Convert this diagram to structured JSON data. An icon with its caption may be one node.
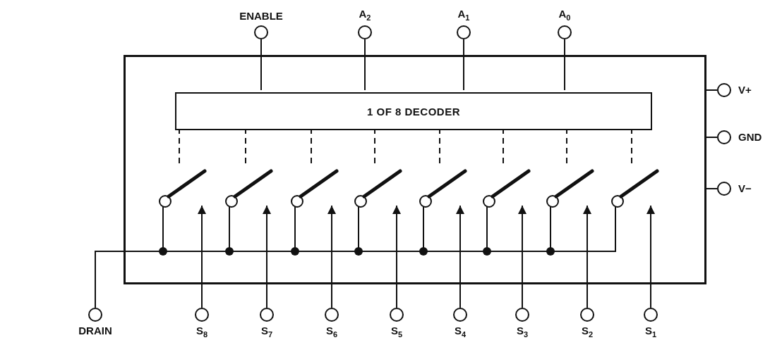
{
  "diagram": {
    "nodes": [
      {
        "text": [],
        "shape": "box"
      },
      {
        "text": [
          "1 OF 8 DECODER"
        ],
        "in": 0
      },
      {
        "text": [
          "ENABLE"
        ]
      },
      {
        "text": [
          "A$_{2}$"
        ]
      },
      {
        "text": [
          "A$_{1}$"
        ]
      },
      {
        "text": [
          "A$_{0}$"
        ]
      },
      {
        "text": [
          "V+"
        ]
      },
      {
        "text": [
          "GND"
        ]
      },
      {
        "text": [
          "V−"
        ]
      },
      {
        "text": [],
        "shape": "switch",
        "in": 0
      },
      {
        "text": [],
        "shape": "switch",
        "in": 0
      },
      {
        "text": [],
        "shape": "switch",
        "in": 0
      },
      {
        "text": [],
        "shape": "switch",
        "in": 0
      },
      {
        "text": [],
        "shape": "switch",
        "in": 0
      },
      {
        "text": [],
        "shape": "switch",
        "in": 0
      },
      {
        "text": [],
        "shape": "switch",
        "in": 0
      },
      {
        "text": [],
        "shape": "switch",
        "in": 0
      },
      {
        "text": [
          "DRAIN"
        ]
      },
      {
        "text": [
          "S$_{8}$"
        ]
      },
      {
        "text": [
          "S$_{7}$"
        ]
      },
      {
        "text": [
          "S$_{6}$"
        ]
      },
      {
        "text": [
          "S$_{5}$"
        ]
      },
      {
        "text": [
          "S$_{4}$"
        ]
      },
      {
        "text": [
          "S$_{3}$"
        ]
      },
      {
        "text": [
          "S$_{2}$"
        ]
      },
      {
        "text": [
          "S$_{1}$"
        ]
      }
    ],
    "edges": [
      {
        "from": 2,
        "to": 1,
        "arrow": "none"
      },
      {
        "from": 3,
        "to": 1,
        "arrow": "none"
      },
      {
        "from": 4,
        "to": 1,
        "arrow": "none"
      },
      {
        "from": 5,
        "to": 1,
        "arrow": "none"
      },
      {
        "from": 0,
        "to": 6,
        "arrow": "none"
      },
      {
        "from": 0,
        "to": 7,
        "arrow": "none"
      },
      {
        "from": 0,
        "to": 8,
        "arrow": "none"
      },
      {
        "from": 1,
        "to": 9,
        "arrow": "none",
        "style": "dashed"
      },
      {
        "from": 1,
        "to": 10,
        "arrow": "none",
        "style": "dashed"
      },
      {
        "from": 1,
        "to": 11,
        "arrow": "none",
        "style": "dashed"
      },
      {
        "from": 1,
        "to": 12,
        "arrow": "none",
        "style": "dashed"
      },
      {
        "from": 1,
        "to": 13,
        "arrow": "none",
        "style": "dashed"
      },
      {
        "from": 1,
        "to": 14,
        "arrow": "none",
        "style": "dashed"
      },
      {
        "from": 1,
        "to": 15,
        "arrow": "none",
        "style": "dashed"
      },
      {
        "from": 1,
        "to": 16,
        "arrow": "none",
        "style": "dashed"
      },
      {
        "from": 18,
        "to": 9,
        "arrow": "to"
      },
      {
        "from": 19,
        "to": 10,
        "arrow": "to"
      },
      {
        "from": 20,
        "to": 11,
        "arrow": "to"
      },
      {
        "from": 21,
        "to": 12,
        "arrow": "to"
      },
      {
        "from": 22,
        "to": 13,
        "arrow": "to"
      },
      {
        "from": 23,
        "to": 14,
        "arrow": "to"
      },
      {
        "from": 24,
        "to": 15,
        "arrow": "to"
      },
      {
        "from": 25,
        "to": 16,
        "arrow": "to"
      },
      {
        "from": 9,
        "to": 17,
        "arrow": "none"
      },
      {
        "from": 10,
        "to": 17,
        "arrow": "none"
      },
      {
        "from": 11,
        "to": 17,
        "arrow": "none"
      },
      {
        "from": 12,
        "to": 17,
        "arrow": "none"
      },
      {
        "from": 13,
        "to": 17,
        "arrow": "none"
      },
      {
        "from": 14,
        "to": 17,
        "arrow": "none"
      },
      {
        "from": 15,
        "to": 17,
        "arrow": "none"
      },
      {
        "from": 16,
        "to": 17,
        "arrow": "none"
      }
    ]
  }
}
